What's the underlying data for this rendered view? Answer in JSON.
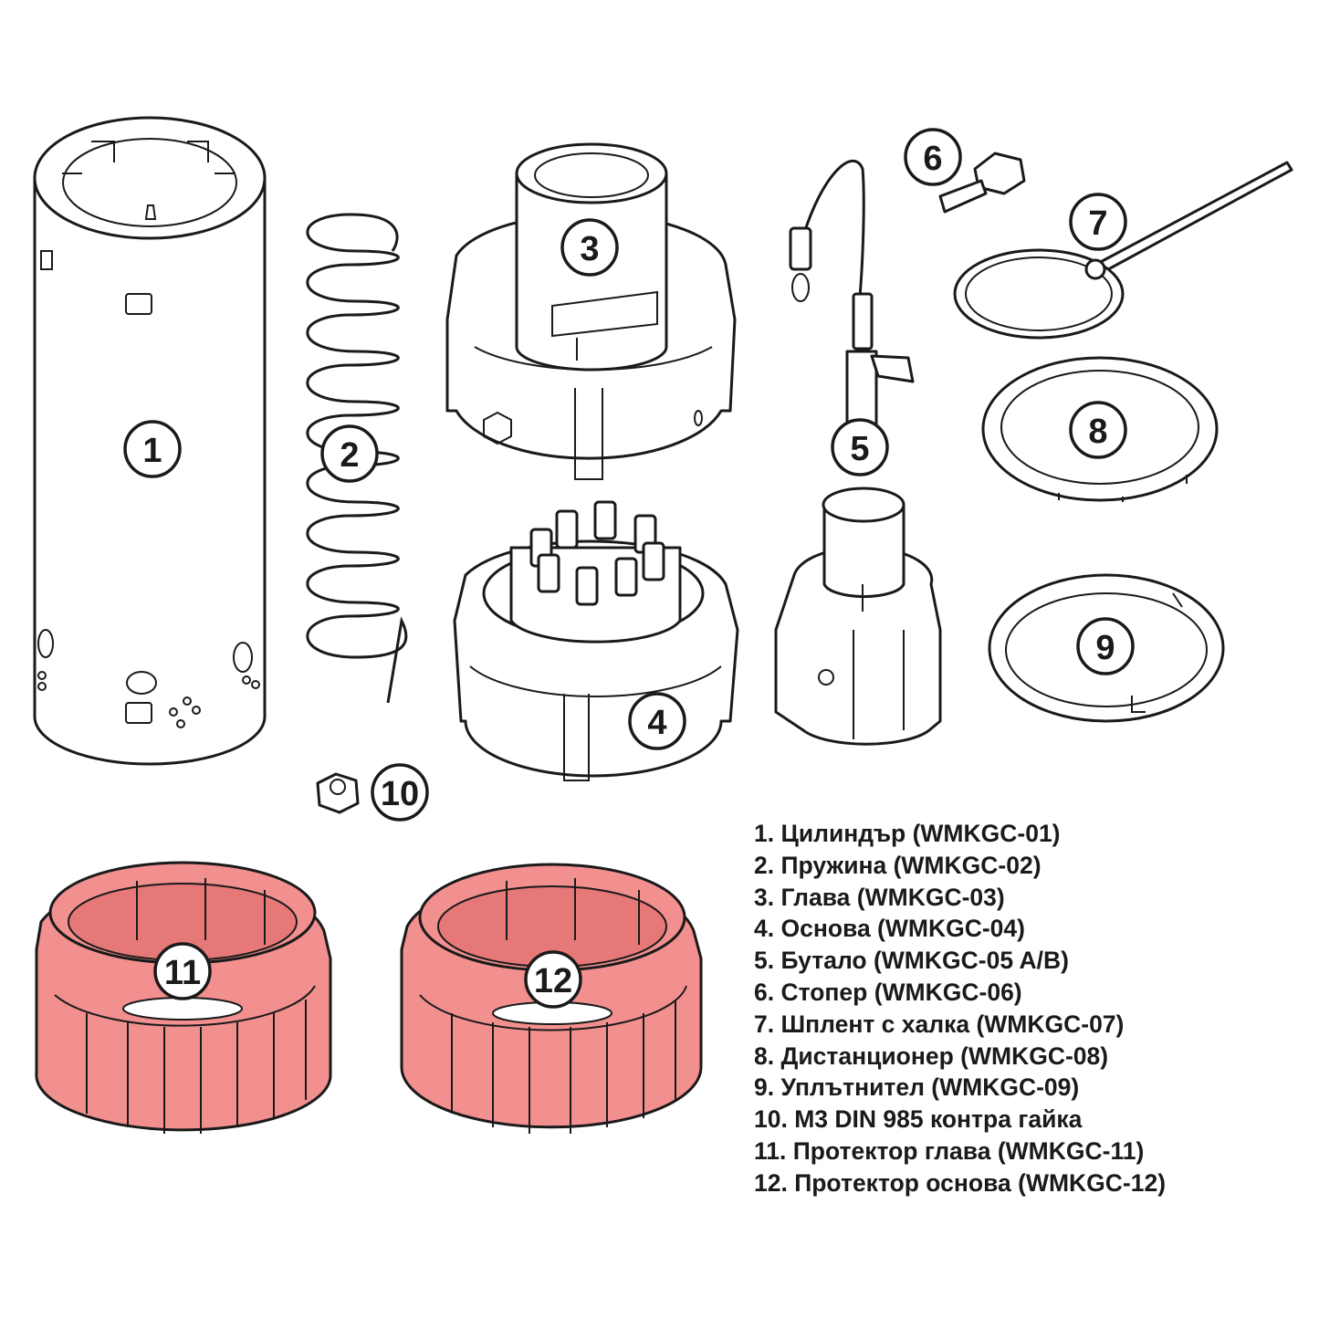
{
  "callouts": [
    "1",
    "2",
    "3",
    "4",
    "5",
    "6",
    "7",
    "8",
    "9",
    "10",
    "11",
    "12"
  ],
  "legend": [
    "1. Цилиндър (WMKGC-01)",
    "2. Пружина (WMKGC-02)",
    "3. Глава (WMKGC-03)",
    "4. Основа (WMKGC-04)",
    "5. Бутало (WMKGC-05 A/B)",
    "6. Стопер (WMKGC-06)",
    "7. Шплент с халка (WMKGC-07)",
    "8. Дистанционер (WMKGC-08)",
    "9. Уплътнител (WMKGC-09)",
    "10. M3 DIN 985 контра гайка",
    "11. Протектор глава (WMKGC-11)",
    "12. Протектор основа (WMKGC-12)"
  ],
  "colors": {
    "protector": "#f28f8f",
    "line": "#1a1a1a"
  }
}
